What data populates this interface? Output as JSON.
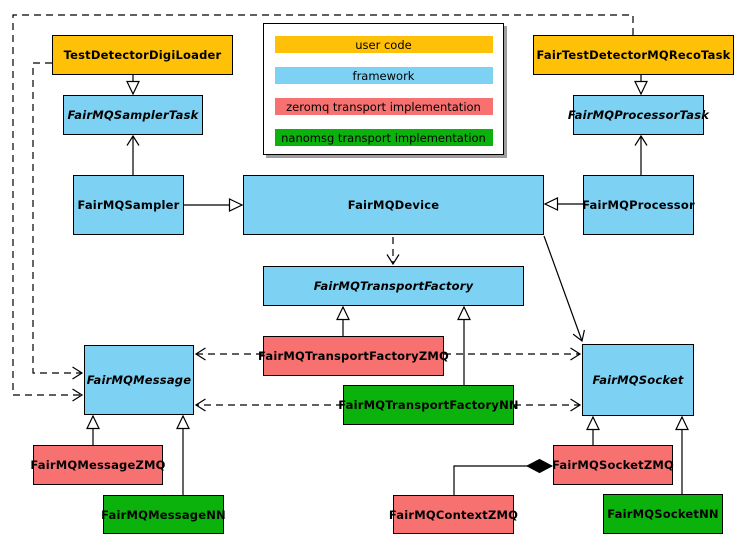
{
  "legend": {
    "items": [
      {
        "label": "user code",
        "color": "#FFC107",
        "category": "user-code"
      },
      {
        "label": "framework",
        "color": "#7DD2F3",
        "category": "framework"
      },
      {
        "label": "zeromq transport implementation",
        "color": "#F87171",
        "category": "zeromq"
      },
      {
        "label": "nanomsg transport implementation",
        "color": "#0CB20C",
        "category": "nanomsg"
      }
    ]
  },
  "colors": {
    "user_code": "#FFC107",
    "framework": "#7DD2F3",
    "zeromq": "#F87171",
    "nanomsg": "#0CB20C",
    "border": "#000000",
    "background": "#FFFFFF"
  },
  "nodes": {
    "testDetectorDigiLoader": {
      "label": "TestDetectorDigiLoader",
      "category": "user-code",
      "abstract": false
    },
    "fairTestDetectorMQRecoTask": {
      "label": "FairTestDetectorMQRecoTask",
      "category": "user-code",
      "abstract": false
    },
    "fairMQSamplerTask": {
      "label": "FairMQSamplerTask",
      "category": "framework",
      "abstract": true
    },
    "fairMQProcessorTask": {
      "label": "FairMQProcessorTask",
      "category": "framework",
      "abstract": true
    },
    "fairMQSampler": {
      "label": "FairMQSampler",
      "category": "framework",
      "abstract": false
    },
    "fairMQDevice": {
      "label": "FairMQDevice",
      "category": "framework",
      "abstract": false
    },
    "fairMQProcessor": {
      "label": "FairMQProcessor",
      "category": "framework",
      "abstract": false
    },
    "fairMQTransportFactory": {
      "label": "FairMQTransportFactory",
      "category": "framework",
      "abstract": true
    },
    "fairMQTransportFactoryZMQ": {
      "label": "FairMQTransportFactoryZMQ",
      "category": "zeromq",
      "abstract": false
    },
    "fairMQTransportFactoryNN": {
      "label": "FairMQTransportFactoryNN",
      "category": "nanomsg",
      "abstract": false
    },
    "fairMQMessage": {
      "label": "FairMQMessage",
      "category": "framework",
      "abstract": true
    },
    "fairMQSocket": {
      "label": "FairMQSocket",
      "category": "framework",
      "abstract": true
    },
    "fairMQMessageZMQ": {
      "label": "FairMQMessageZMQ",
      "category": "zeromq",
      "abstract": false
    },
    "fairMQMessageNN": {
      "label": "FairMQMessageNN",
      "category": "nanomsg",
      "abstract": false
    },
    "fairMQContextZMQ": {
      "label": "FairMQContextZMQ",
      "category": "zeromq",
      "abstract": false
    },
    "fairMQSocketZMQ": {
      "label": "FairMQSocketZMQ",
      "category": "zeromq",
      "abstract": false
    },
    "fairMQSocketNN": {
      "label": "FairMQSocketNN",
      "category": "nanomsg",
      "abstract": false
    }
  },
  "edges": [
    {
      "from": "TestDetectorDigiLoader",
      "to": "FairMQSamplerTask",
      "type": "inheritance"
    },
    {
      "from": "FairTestDetectorMQRecoTask",
      "to": "FairMQProcessorTask",
      "type": "inheritance"
    },
    {
      "from": "FairMQSampler",
      "to": "FairMQDevice",
      "type": "inheritance"
    },
    {
      "from": "FairMQProcessor",
      "to": "FairMQDevice",
      "type": "inheritance"
    },
    {
      "from": "FairMQTransportFactoryZMQ",
      "to": "FairMQTransportFactory",
      "type": "inheritance"
    },
    {
      "from": "FairMQTransportFactoryNN",
      "to": "FairMQTransportFactory",
      "type": "inheritance"
    },
    {
      "from": "FairMQMessageZMQ",
      "to": "FairMQMessage",
      "type": "inheritance"
    },
    {
      "from": "FairMQMessageNN",
      "to": "FairMQMessage",
      "type": "inheritance"
    },
    {
      "from": "FairMQSocketZMQ",
      "to": "FairMQSocket",
      "type": "inheritance"
    },
    {
      "from": "FairMQSocketNN",
      "to": "FairMQSocket",
      "type": "inheritance"
    },
    {
      "from": "FairMQSampler",
      "to": "FairMQSamplerTask",
      "type": "association"
    },
    {
      "from": "FairMQProcessor",
      "to": "FairMQProcessorTask",
      "type": "association"
    },
    {
      "from": "FairMQDevice",
      "to": "FairMQSocket",
      "type": "association"
    },
    {
      "from": "FairMQDevice",
      "to": "FairMQTransportFactory",
      "type": "dependency"
    },
    {
      "from": "TestDetectorDigiLoader",
      "to": "FairMQMessage",
      "type": "dependency"
    },
    {
      "from": "FairTestDetectorMQRecoTask",
      "to": "FairMQMessage",
      "type": "dependency"
    },
    {
      "from": "FairMQTransportFactoryZMQ",
      "to": "FairMQMessage",
      "type": "dependency"
    },
    {
      "from": "FairMQTransportFactoryNN",
      "to": "FairMQMessage",
      "type": "dependency"
    },
    {
      "from": "FairMQTransportFactoryZMQ",
      "to": "FairMQSocket",
      "type": "dependency"
    },
    {
      "from": "FairMQTransportFactoryNN",
      "to": "FairMQSocket",
      "type": "dependency"
    },
    {
      "from": "FairMQContextZMQ",
      "to": "FairMQSocketZMQ",
      "type": "composition"
    }
  ]
}
